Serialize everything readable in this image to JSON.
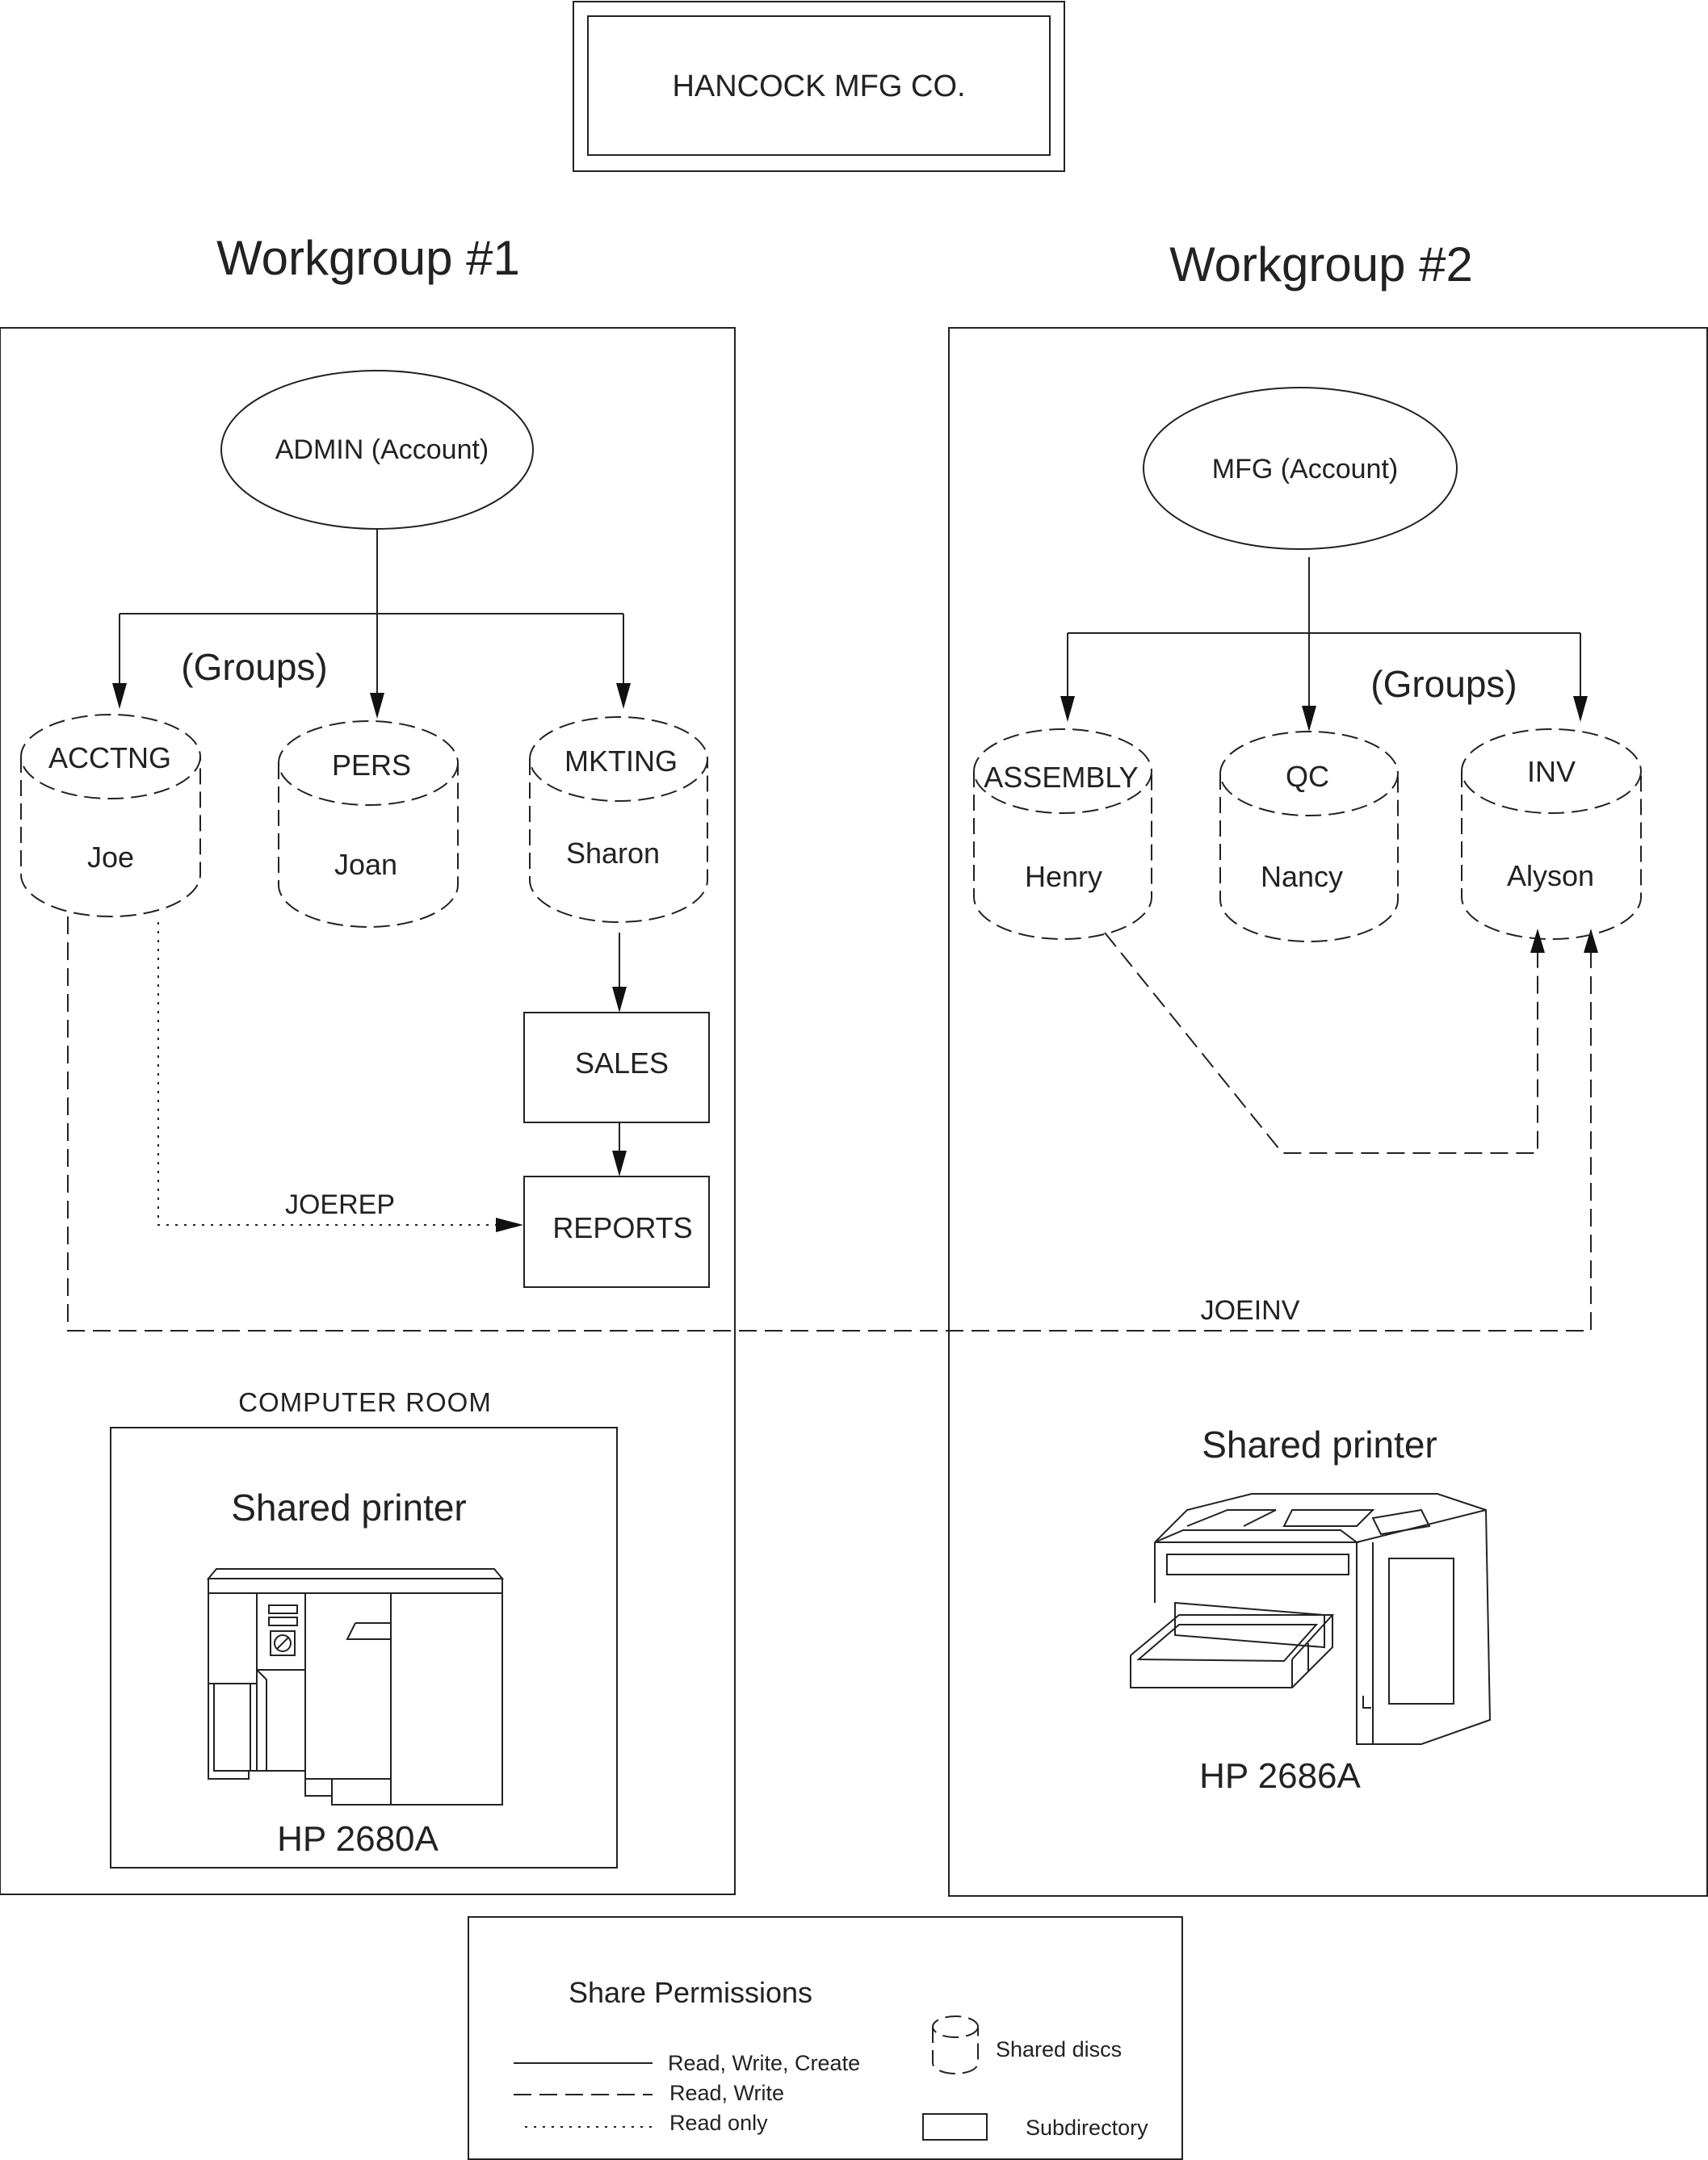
{
  "title": "HANCOCK MFG CO.",
  "workgroup1": {
    "heading": "Workgroup #1",
    "account": "ADMIN (Account)",
    "groups_label": "(Groups)",
    "discs": [
      {
        "group": "ACCTNG",
        "user": "Joe"
      },
      {
        "group": "PERS",
        "user": "Joan"
      },
      {
        "group": "MKTING",
        "user": "Sharon"
      }
    ],
    "subdirectories": [
      "SALES",
      "REPORTS"
    ],
    "link_label": "JOEREP",
    "room_label": "COMPUTER ROOM",
    "printer_label": "Shared printer",
    "printer_model": "HP 2680A"
  },
  "workgroup2": {
    "heading": "Workgroup #2",
    "account": "MFG (Account)",
    "groups_label": "(Groups)",
    "discs": [
      {
        "group": "ASSEMBLY",
        "user": "Henry"
      },
      {
        "group": "QC",
        "user": "Nancy"
      },
      {
        "group": "INV",
        "user": "Alyson"
      }
    ],
    "printer_label": "Shared printer",
    "printer_model": "HP 2686A"
  },
  "cross_link_label": "JOEINV",
  "legend": {
    "title": "Share Permissions",
    "items": [
      {
        "style": "solid",
        "label": "Read, Write, Create"
      },
      {
        "style": "dashed",
        "label": "Read, Write"
      },
      {
        "style": "dotted",
        "label": "Read only"
      }
    ],
    "shared_discs": "Shared discs",
    "subdirectory": "Subdirectory"
  }
}
